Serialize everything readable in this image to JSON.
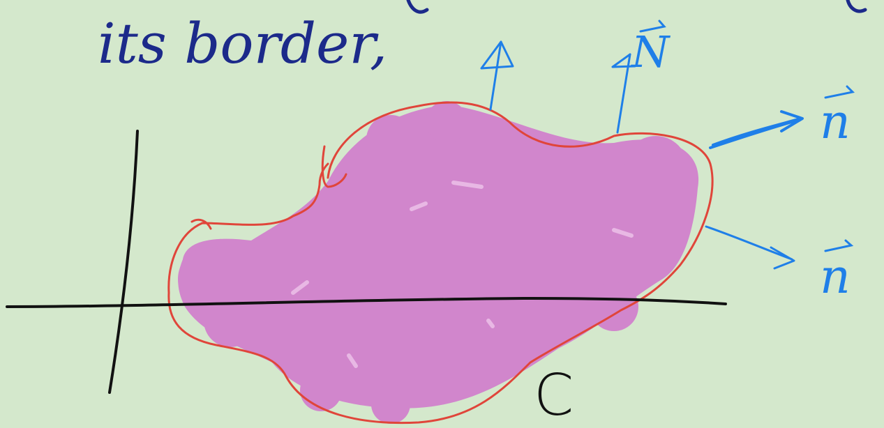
{
  "heading_text": "its border,",
  "labels": {
    "normal_n_upper": "N",
    "normal_n_right_top": "n",
    "normal_n_right_bottom": "n",
    "curve_c": "C"
  },
  "colors": {
    "background": "#d4e8cc",
    "region_fill": "#d186cc",
    "boundary_curve": "#e0453a",
    "normal_vectors": "#1f7fe8",
    "ink_text": "#1c2a8a",
    "axes": "#111111"
  }
}
